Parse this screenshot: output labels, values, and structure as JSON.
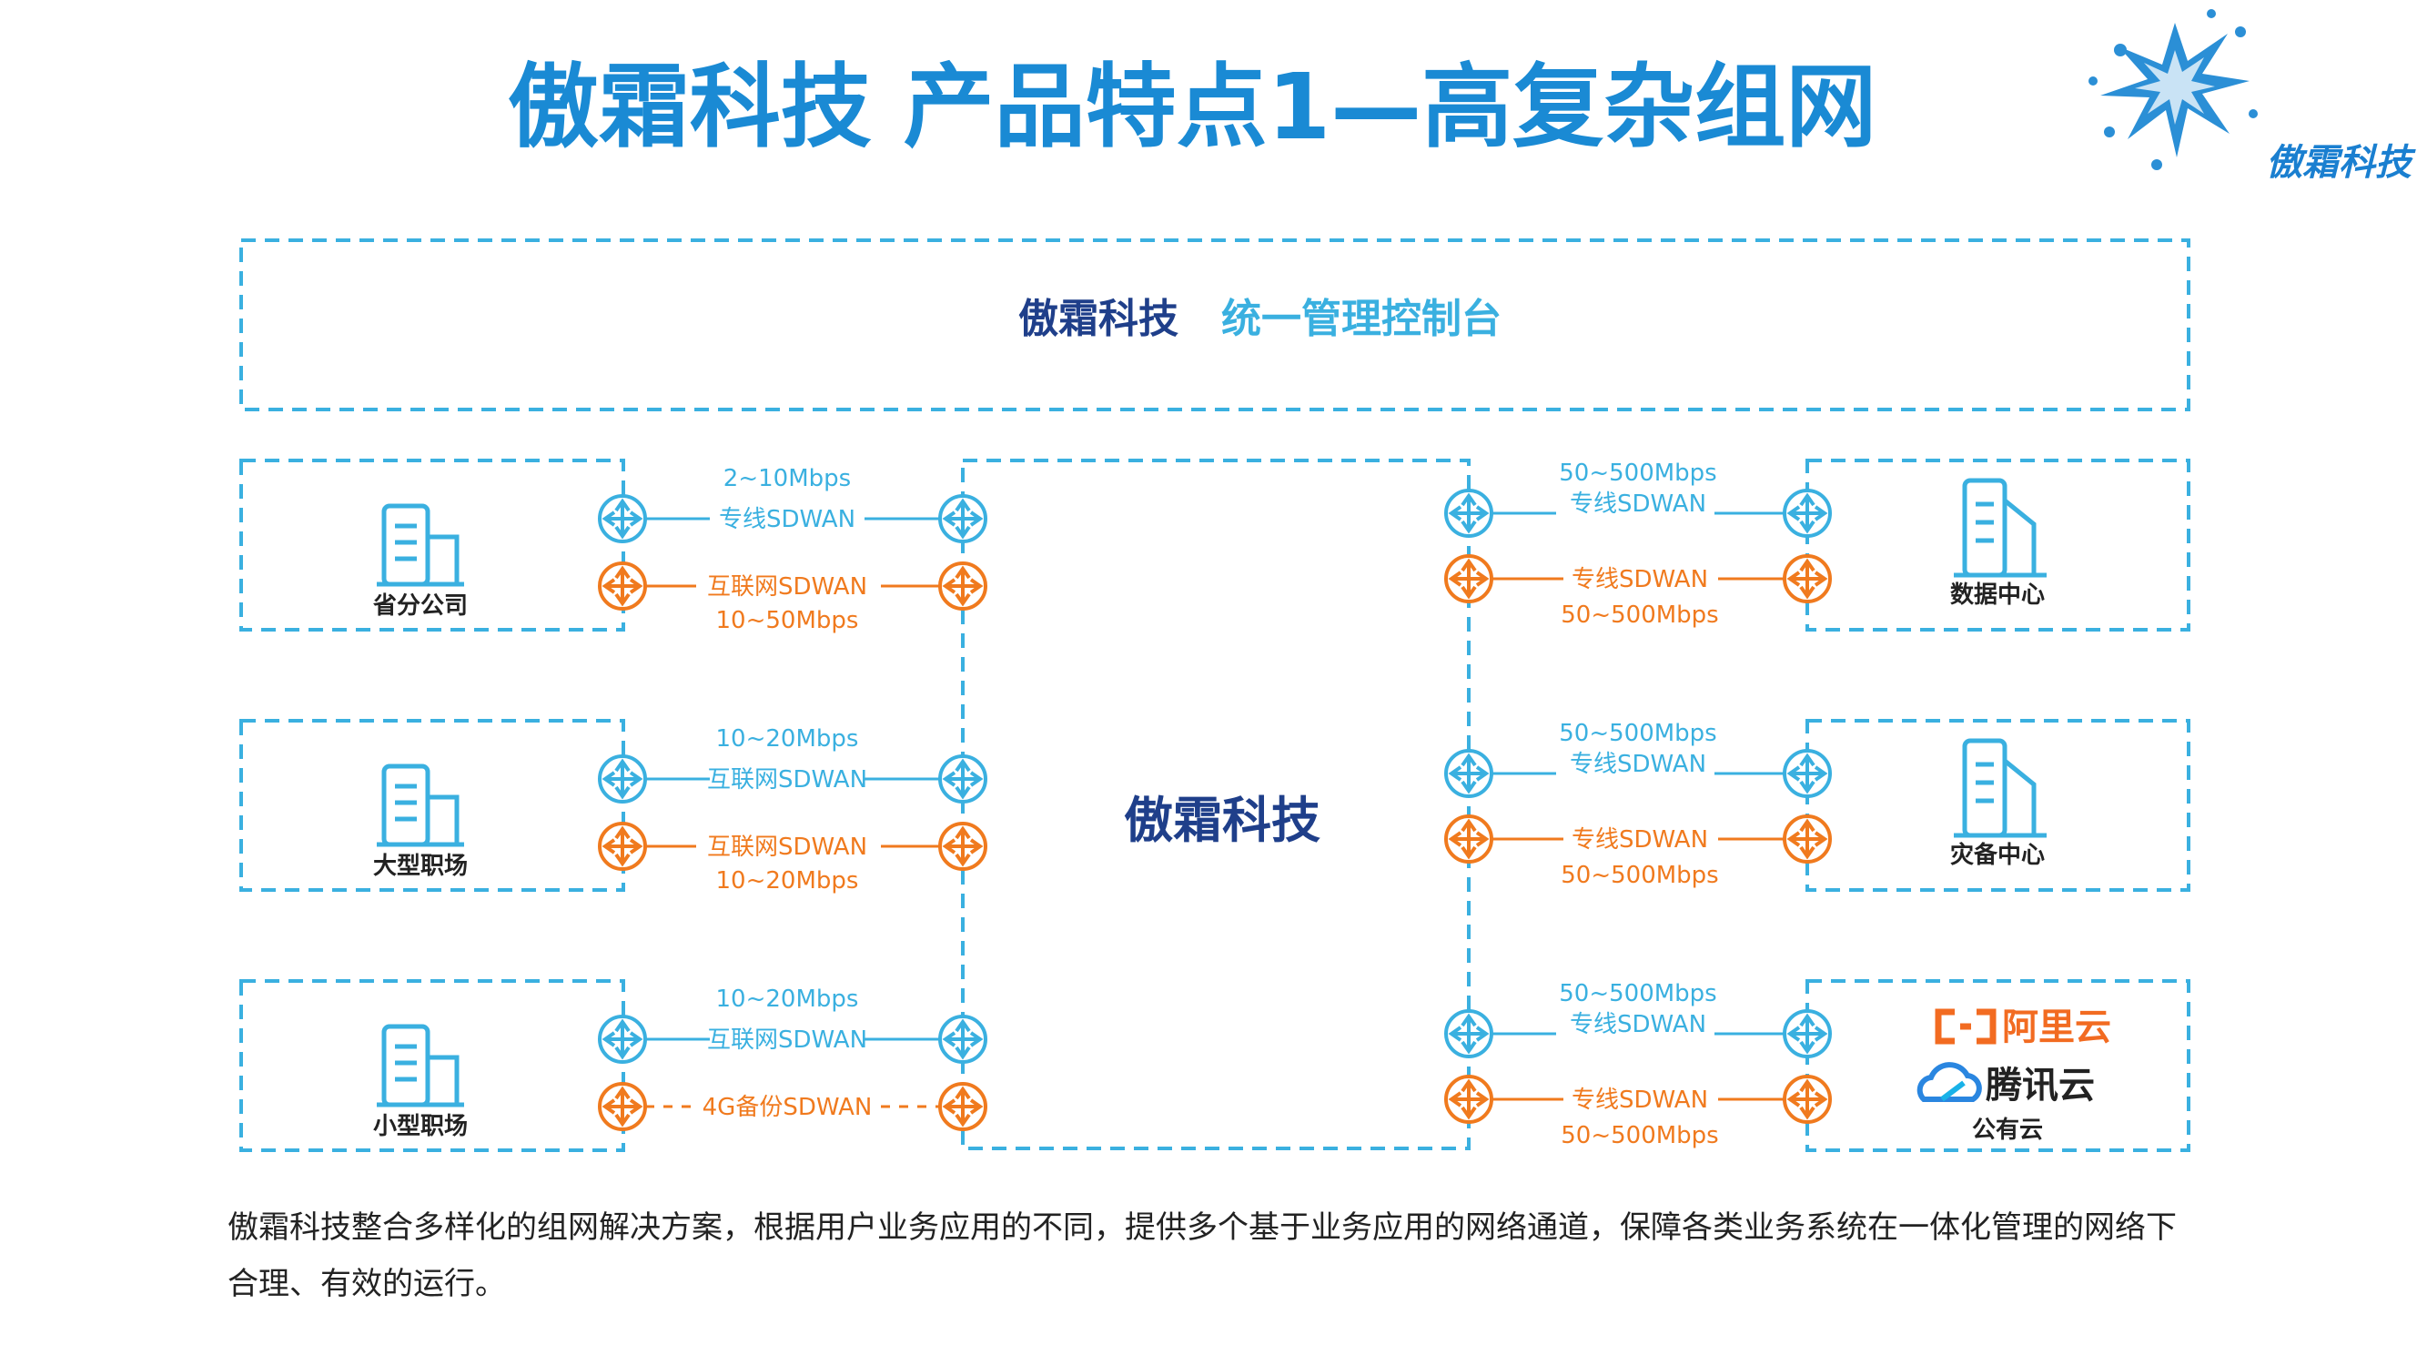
{
  "title": "傲霜科技 产品特点1—高复杂组网",
  "logo_text": "傲霜科技",
  "console": {
    "brand": "傲霜科技",
    "label": "统一管理控制台"
  },
  "center_label": "傲霜科技",
  "left_sites": [
    {
      "label": "省分公司",
      "blue": {
        "speed": "2~10Mbps",
        "type": "专线SDWAN"
      },
      "orange": {
        "type": "互联网SDWAN",
        "speed": "10~50Mbps",
        "dashed": false
      }
    },
    {
      "label": "大型职场",
      "blue": {
        "speed": "10~20Mbps",
        "type": "互联网SDWAN"
      },
      "orange": {
        "type": "互联网SDWAN",
        "speed": "10~20Mbps",
        "dashed": false
      }
    },
    {
      "label": "小型职场",
      "blue": {
        "speed": "10~20Mbps",
        "type": "互联网SDWAN"
      },
      "orange": {
        "type": "4G备份SDWAN",
        "speed": "",
        "dashed": true
      }
    }
  ],
  "right_sites": [
    {
      "label": "数据中心",
      "icon": "building",
      "blue": {
        "speed": "50~500Mbps",
        "type": "专线SDWAN"
      },
      "orange": {
        "type": "专线SDWAN",
        "speed": "50~500Mbps"
      }
    },
    {
      "label": "灾备中心",
      "icon": "building",
      "blue": {
        "speed": "50~500Mbps",
        "type": "专线SDWAN"
      },
      "orange": {
        "type": "专线SDWAN",
        "speed": "50~500Mbps"
      }
    },
    {
      "label": "公有云",
      "icon": "cloud",
      "cloud_names": [
        "阿里云",
        "腾讯云"
      ],
      "blue": {
        "speed": "50~500Mbps",
        "type": "专线SDWAN"
      },
      "orange": {
        "type": "专线SDWAN",
        "speed": "50~500Mbps"
      }
    }
  ],
  "footer_text": "傲霜科技整合多样化的组网解决方案，根据用户业务应用的不同，提供多个基于业务应用的网络通道，保障各类业务系统在一体化管理的网络下合理、有效的运行。",
  "colors": {
    "title": "#1a8ad4",
    "brand_dark": "#1f3f8a",
    "blue_line": "#3ab0e0",
    "orange_line": "#f07a1e",
    "box_border": "#3ab0e0",
    "aliyun": "#f26b21"
  },
  "icons": {
    "router": "router-icon",
    "building": "building-icon",
    "aliyun": "aliyun-logo-icon",
    "tencent": "tencent-cloud-logo-icon",
    "logo": "splash-logo-icon"
  }
}
